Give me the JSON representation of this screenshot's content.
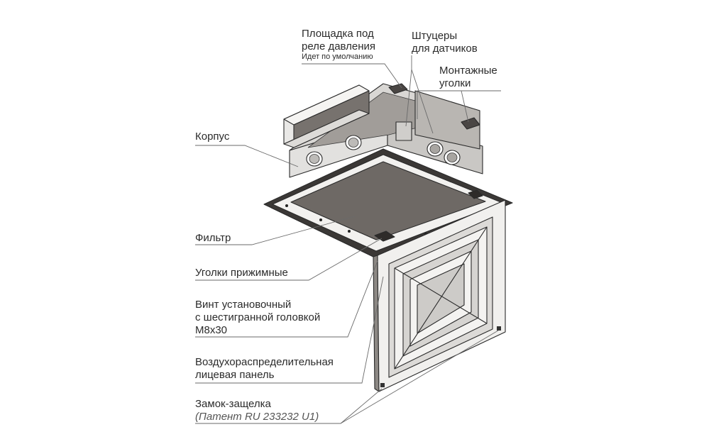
{
  "labels": {
    "pressure_pad_line1": "Площадка под",
    "pressure_pad_line2": "реле давления",
    "pressure_pad_note": "Идет по умолчанию",
    "fittings_line1": "Штуцеры",
    "fittings_line2": "для датчиков",
    "mount_line1": "Монтажные",
    "mount_line2": "уголки",
    "body": "Корпус",
    "filter": "Фильтр",
    "clamp": "Уголки прижимные",
    "screw_line1": "Винт установочный",
    "screw_line2": "с шестигранной головкой",
    "screw_line3": "M8x30",
    "panel_line1": "Воздухораспределительная",
    "panel_line2": "лицевая панель",
    "latch_line1": "Замок-защелка",
    "latch_line2": "(Патент RU 233232 U1)"
  },
  "colors": {
    "text": "#2b2b2b",
    "leader": "#6a6a6a",
    "housing_light": "#e4e3e1",
    "housing_mid": "#cfcdca",
    "filter": "#6e6965",
    "panel": "#f1f0ee",
    "frame_dark": "#3b3836"
  }
}
